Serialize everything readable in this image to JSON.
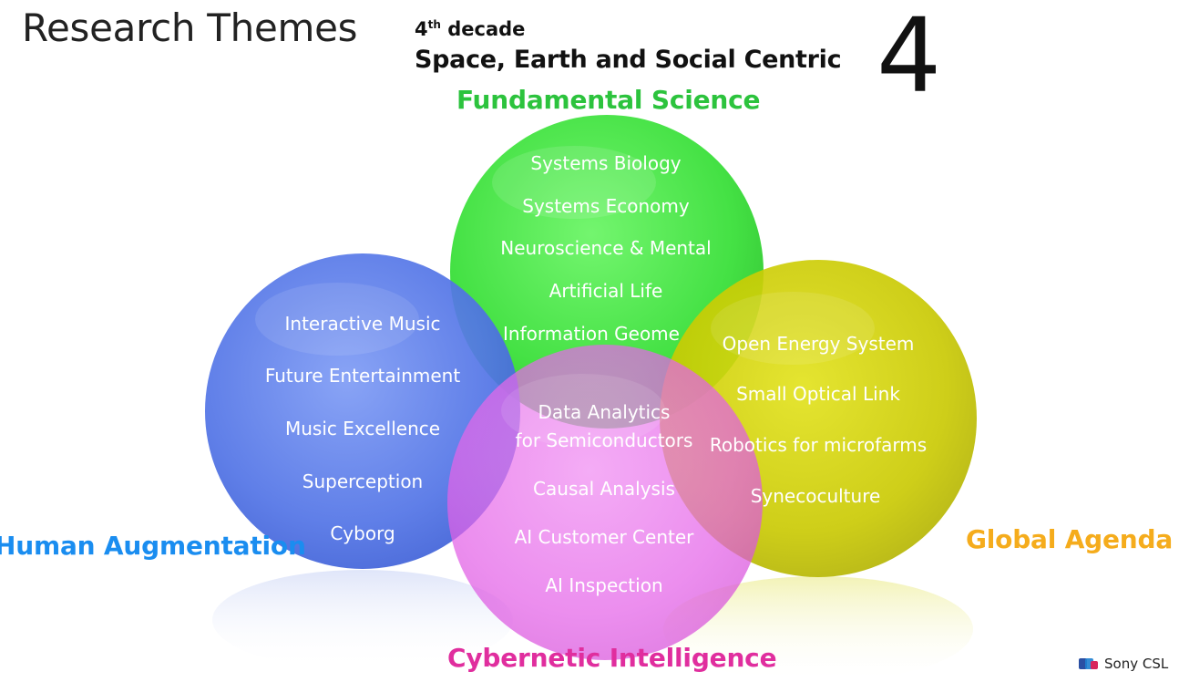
{
  "header": {
    "title": "Research Themes",
    "decade_num": "4",
    "decade_sup": "th",
    "decade_word": "decade",
    "subtitle": "Space, Earth and Social Centric",
    "big_number": "4"
  },
  "colors": {
    "fundamental": "#2cc33d",
    "human": "#1a8df0",
    "global": "#f5ac1c",
    "cybernetic": "#e02e9e",
    "green_circle": "#3ee03e",
    "blue_circle": "#4a70e8",
    "yellow_circle": "#c6c600",
    "pink_circle": "#e45ee8"
  },
  "areas": {
    "fundamental_science": {
      "label": "Fundamental Science",
      "items": [
        "Systems Biology",
        "Systems Economy",
        "Neuroscience & Mental",
        "Artificial Life",
        "Information Geome"
      ]
    },
    "human_augmentation": {
      "label": "Human Augmentation",
      "items": [
        "Interactive Music",
        "Future Entertainment",
        "Music Excellence",
        "Superception",
        "Cyborg"
      ]
    },
    "global_agenda": {
      "label": "Global Agenda",
      "items": [
        "Open Energy System",
        "Small Optical Link",
        "Robotics for microfarms",
        "Synecoculture"
      ]
    },
    "cybernetic_intelligence": {
      "label": "Cybernetic Intelligence",
      "items": [
        "Data Analytics",
        "for Semiconductors",
        "Causal Analysis",
        "AI Customer Center",
        "AI Inspection"
      ]
    }
  },
  "logo": {
    "text": "Sony CSL",
    "icon": "sony-csl-logo-icon"
  }
}
